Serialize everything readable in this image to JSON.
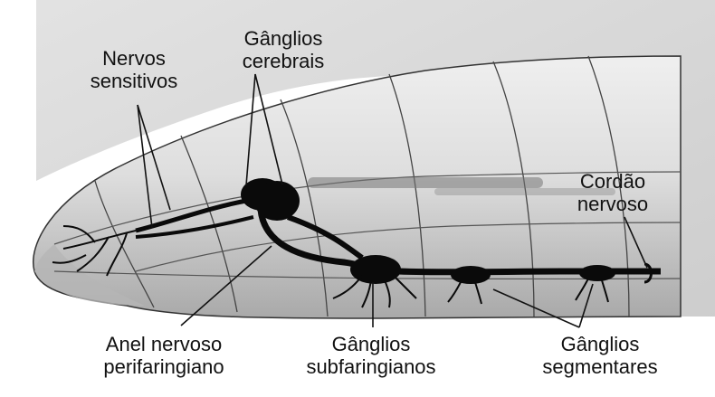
{
  "labels": {
    "sensory_nerves": [
      "Nervos",
      "sensitivos"
    ],
    "cerebral_ganglia": [
      "Gânglios",
      "cerebrais"
    ],
    "nerve_cord": [
      "Cordão",
      "nervoso"
    ],
    "perifaringeal_ring": [
      "Anel nervoso",
      "perifaringiano"
    ],
    "subfaringeal_ganglia": [
      "Gânglios",
      "subfaringianos"
    ],
    "segmental_ganglia": [
      "Gânglios",
      "segmentares"
    ]
  },
  "colors": {
    "background": "#ffffff",
    "page_backdrop": "#c8c8c8",
    "worm_body": "#dcdcdc",
    "worm_shadow": "#9a9a9a",
    "nerve": "#0a0a0a",
    "label_text": "#111111"
  }
}
